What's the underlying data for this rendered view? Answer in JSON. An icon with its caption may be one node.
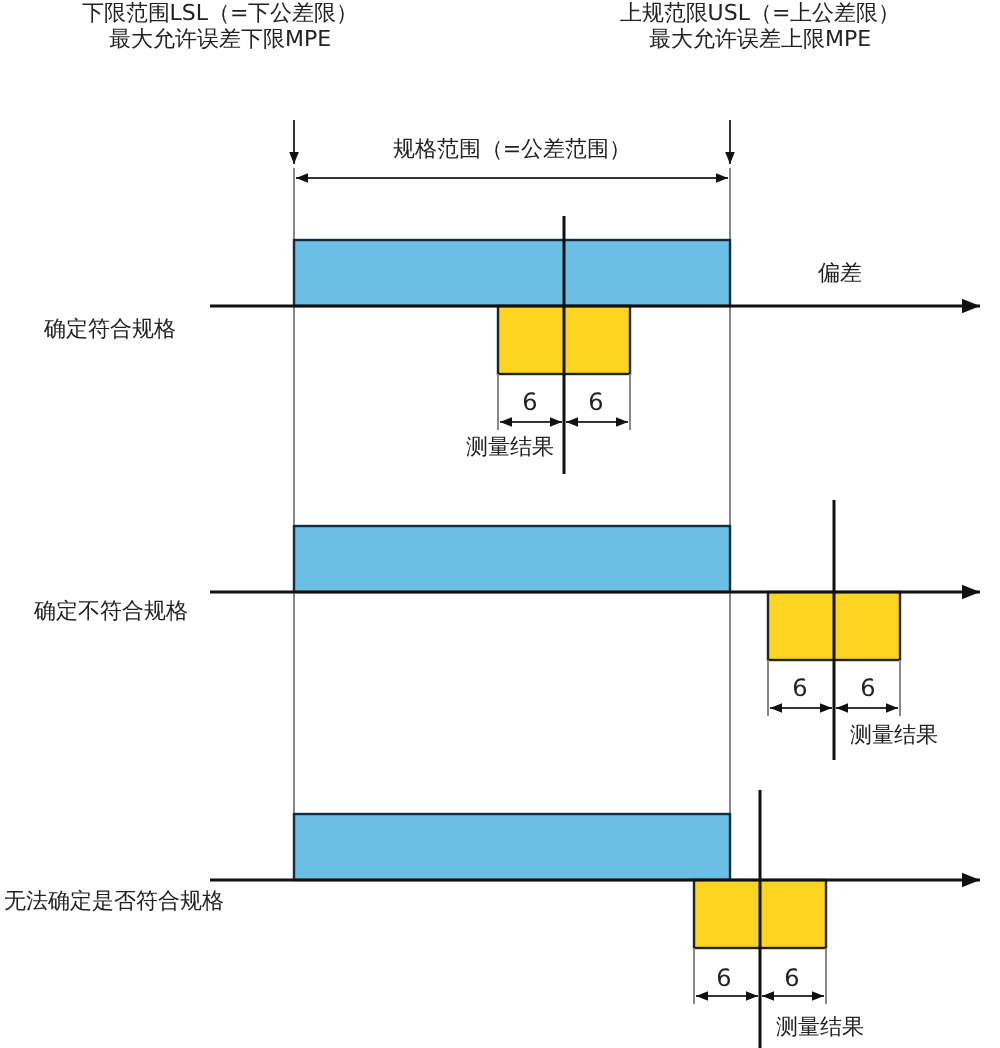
{
  "diagram": {
    "labels": [
      "下限范围LSL（=下公差限）",
      "最大允许误差下限MPE",
      "上规范限USL（=上公差限）",
      "最大允许误差上限MPE",
      "规格范围（=公差范围）",
      "偏差",
      "确定符合规格",
      "6",
      "6",
      "测量结果",
      "确定不符合规格",
      "6",
      "6",
      "测量结果",
      "无法确定是否符合规格",
      "6",
      "6",
      "测量结果"
    ]
  }
}
